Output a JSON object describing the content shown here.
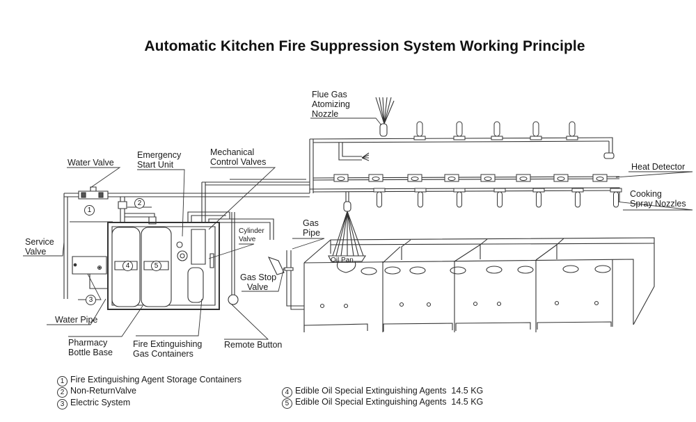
{
  "title": "Automatic Kitchen Fire Suppression System Working Principle",
  "labels": {
    "flue_gas": [
      "Flue Gas",
      "Atomizing",
      "Nozzle"
    ],
    "water_valve": "Water Valve",
    "emergency_start": [
      "Emergency",
      "Start Unit"
    ],
    "mechanical_control": [
      "Mechanical",
      "Control Valves"
    ],
    "heat_detector": "Heat Detector",
    "cooking_spray": [
      "Cooking",
      "Spray Nozzles"
    ],
    "service_valve": [
      "Service",
      "Valve"
    ],
    "cylinder_valve": [
      "Cylinder",
      "Valve"
    ],
    "gas_pipe": [
      "Gas",
      "Pipe"
    ],
    "oil_pan": "Oil Pan",
    "gas_stop_valve": [
      "Gas Stop",
      "Valve"
    ],
    "water_pipe": "Water Pipe",
    "pharmacy_base": [
      "Pharmacy",
      "Bottle Base"
    ],
    "fire_gas_containers": [
      "Fire Extinguishing",
      "Gas Containers"
    ],
    "remote_button": "Remote Button"
  },
  "callouts": {
    "c1": "1",
    "c2": "2",
    "c3": "3",
    "c4": "4",
    "c5": "5"
  },
  "legend": [
    {
      "num": "1",
      "text": "Fire Extinguishing Agent Storage Containers"
    },
    {
      "num": "2",
      "text": "Non-ReturnValve"
    },
    {
      "num": "3",
      "text": "Electric System"
    },
    {
      "num": "4",
      "text": "Edible Oil Special Extinguishing Agents  14.5 KG"
    },
    {
      "num": "5",
      "text": "Edible Oil Special Extinguishing Agents  14.5 KG"
    }
  ]
}
